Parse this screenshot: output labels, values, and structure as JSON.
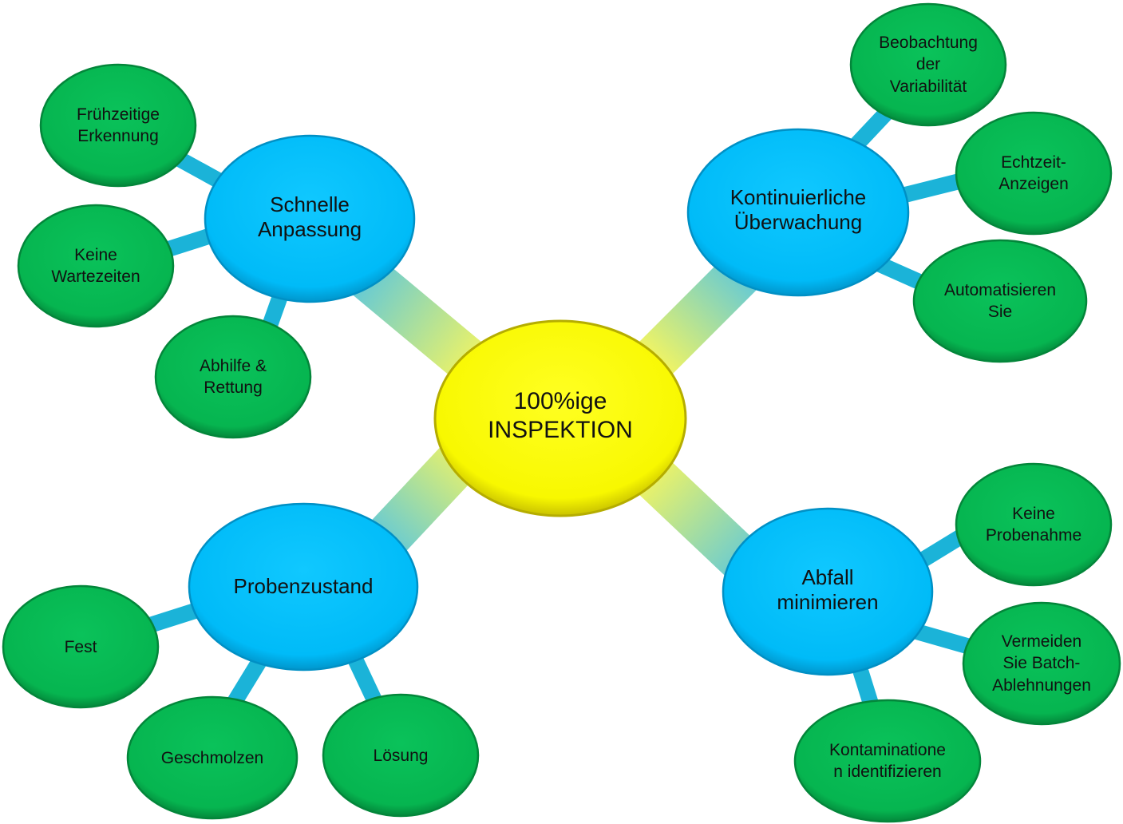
{
  "mindmap": {
    "center": {
      "text": "100%ige\nINSPEKTION"
    },
    "branches": [
      {
        "text": "Schnelle\nAnpassung",
        "leaves": [
          {
            "text": "Frühzeitige\nErkennung"
          },
          {
            "text": "Keine\nWartezeiten"
          },
          {
            "text": "Abhilfe &\nRettung"
          }
        ]
      },
      {
        "text": "Kontinuierliche\nÜberwachung",
        "leaves": [
          {
            "text": "Beobachtung\nder\nVariabilität"
          },
          {
            "text": "Echtzeit-\nAnzeigen"
          },
          {
            "text": "Automatisieren\nSie"
          }
        ]
      },
      {
        "text": "Probenzustand",
        "leaves": [
          {
            "text": "Fest"
          },
          {
            "text": "Geschmolzen"
          },
          {
            "text": "Lösung"
          }
        ]
      },
      {
        "text": "Abfall\nminimieren",
        "leaves": [
          {
            "text": "Keine\nProbenahme"
          },
          {
            "text": "Vermeiden\nSie Batch-\nAblehnungen"
          },
          {
            "text": "Kontaminatione\nn identifizieren"
          }
        ]
      }
    ],
    "colors": {
      "center_fill": "#ffff00",
      "branch_fill": "#00bfff",
      "leaf_fill": "#07b852",
      "branch_connector": "#1fb6d6",
      "leaf_connector": "#19b3d7",
      "connector_gradient_center": "#f2f56a",
      "connector_gradient_branch": "#5dc8df"
    }
  }
}
